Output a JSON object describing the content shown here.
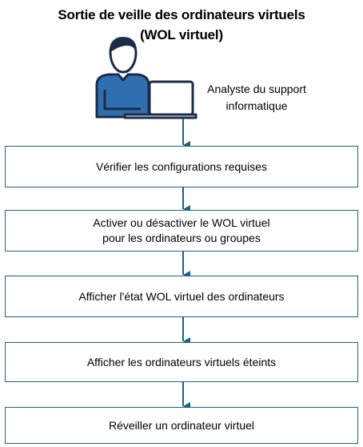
{
  "diagram": {
    "title": {
      "line1": "Sortie de veille des ordinateurs virtuels",
      "line2": "(WOL virtuel)"
    },
    "role": {
      "icon": "person-at-computer-icon",
      "line1": "Analyste du support",
      "line2": "informatique"
    },
    "steps": [
      {
        "line1": "Vérifier les configurations requises",
        "line2": ""
      },
      {
        "line1": "Activer ou désactiver le WOL virtuel",
        "line2": "pour les ordinateurs ou groupes"
      },
      {
        "line1": "Afficher l'état WOL virtuel des ordinateurs",
        "line2": ""
      },
      {
        "line1": "Afficher les ordinateurs virtuels éteints",
        "line2": ""
      },
      {
        "line1": "Réveiller un ordinateur virtuel",
        "line2": ""
      }
    ],
    "colors": {
      "accent": "#1f5f86",
      "person": "#2f6fb0",
      "outline": "#1d2b4a"
    }
  }
}
